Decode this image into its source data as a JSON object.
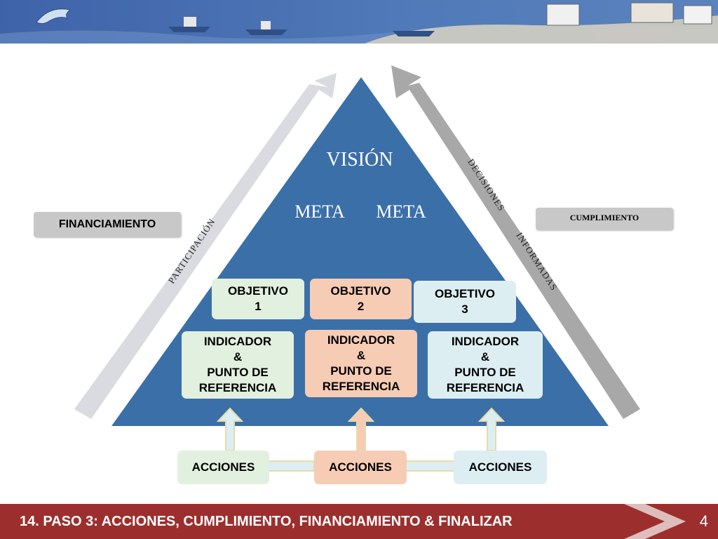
{
  "pyramid": {
    "vision": "VISIÓN",
    "metas": [
      "META",
      "META"
    ]
  },
  "objectives": [
    {
      "line1": "OBJETIVO",
      "line2": "1"
    },
    {
      "line1": "OBJETIVO",
      "line2": "2"
    },
    {
      "line1": "OBJETIVO",
      "line2": "3"
    }
  ],
  "indicators": [
    {
      "l1": "INDICADOR",
      "l2": "&",
      "l3": "PUNTO DE",
      "l4": "REFERENCIA"
    },
    {
      "l1": "INDICADOR",
      "l2": "&",
      "l3": "PUNTO DE",
      "l4": "REFERENCIA"
    },
    {
      "l1": "INDICADOR",
      "l2": "&",
      "l3": "PUNTO DE",
      "l4": "REFERENCIA"
    }
  ],
  "actions": [
    "ACCIONES",
    "ACCIONES",
    "ACCIONES"
  ],
  "side": {
    "financiamiento": "FINANCIAMIENTO",
    "cumplimiento": "CUMPLIMIENTO",
    "participacion": "PARTICIPACIÓN",
    "decisiones": "DECISIONES",
    "informadas": "INFORMADAS"
  },
  "footer": {
    "title": "14. PASO 3: ACCIONES, CUMPLIMIENTO, FINANCIAMIENTO & FINALIZAR",
    "page": "4"
  },
  "colors": {
    "pyramid": "#3b6fa8",
    "footer": "#9c2f2e",
    "arrow_left": "#dadbe0",
    "arrow_right": "#a8a8a8"
  }
}
